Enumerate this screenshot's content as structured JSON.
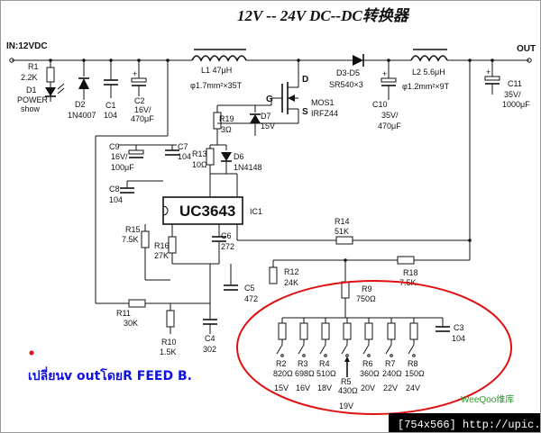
{
  "title": "12V -- 24V  DC--DC转换器",
  "input_label": "IN:12VDC",
  "output_label": "OUT",
  "components": {
    "r1": [
      "R1",
      "2.2K"
    ],
    "d1": [
      "D1",
      "POWER",
      "show"
    ],
    "d2": [
      "D2",
      "1N4007"
    ],
    "c1": [
      "C1",
      "104"
    ],
    "c2": [
      "C2",
      "16V/",
      "470μF"
    ],
    "l1": [
      "L1  47μH",
      "φ1.7mm²×35T"
    ],
    "d3d5": [
      "D3-D5",
      "SR540×3"
    ],
    "mos1": [
      "MOS1",
      "IRFZ44"
    ],
    "gate": "G",
    "source": "S",
    "drain": "D",
    "c10": [
      "C10",
      "35V/",
      "470μF"
    ],
    "l2": [
      "L2  5.6μH",
      "φ1.2mm²×9T"
    ],
    "c11": [
      "C11",
      "35V/",
      "1000μF"
    ],
    "r19": [
      "R19",
      "3Ω"
    ],
    "d7": [
      "D7",
      "15V"
    ],
    "c9": [
      "C9",
      "16V/",
      "100μF"
    ],
    "c7": [
      "C7",
      "104"
    ],
    "r13": [
      "R13",
      "10Ω"
    ],
    "d6": [
      "D6",
      "1N4148"
    ],
    "c8": [
      "C8",
      "104"
    ],
    "ic1": [
      "UC3643",
      "IC1"
    ],
    "r15": [
      "R15",
      "7.5K"
    ],
    "r16": [
      "R16",
      "27K"
    ],
    "c6": [
      "C6",
      "272"
    ],
    "r14": [
      "R14",
      "51K"
    ],
    "r12": [
      "R12",
      "24K"
    ],
    "c5": [
      "C5",
      "472"
    ],
    "r18": [
      "R18",
      "7.5K"
    ],
    "r9": [
      "R9",
      "750Ω"
    ],
    "r11": [
      "R11",
      "30K"
    ],
    "r10": [
      "R10",
      "1.5K"
    ],
    "c4": [
      "C4",
      "302"
    ],
    "c3": [
      "C3",
      "104"
    ]
  },
  "selector": [
    {
      "ref": "R2",
      "value": "820Ω",
      "volt": "15V"
    },
    {
      "ref": "R3",
      "value": "698Ω",
      "volt": "16V"
    },
    {
      "ref": "R4",
      "value": "510Ω",
      "volt": "18V"
    },
    {
      "ref": "R5",
      "value": "430Ω",
      "volt": "19V"
    },
    {
      "ref": "R6",
      "value": "360Ω",
      "volt": "20V"
    },
    {
      "ref": "R7",
      "value": "240Ω",
      "volt": "22V"
    },
    {
      "ref": "R8",
      "value": "150Ω",
      "volt": "24V"
    }
  ],
  "annotation": "เปลี่ยนv outโดยR FEED B.",
  "watermark": "WeeQoo维库",
  "footer": "[754x566] http://upic.me/"
}
